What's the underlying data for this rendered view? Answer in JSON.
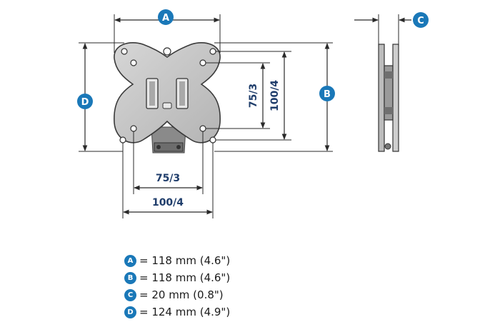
{
  "colors": {
    "badge": "#1a78b8",
    "plate": "#c9c9c9",
    "label": "#1f3d6b"
  },
  "badges": {
    "a": "A",
    "b": "B",
    "c": "C",
    "d": "D"
  },
  "vesa": {
    "inner_label": "75/3",
    "outer_label": "100/4"
  },
  "legend": [
    {
      "badge": "A",
      "text": "= 118 mm (4.6\")"
    },
    {
      "badge": "B",
      "text": "= 118 mm (4.6\")"
    },
    {
      "badge": "C",
      "text": "= 20 mm (0.8\")"
    },
    {
      "badge": "D",
      "text": "= 124 mm (4.9\")"
    }
  ]
}
